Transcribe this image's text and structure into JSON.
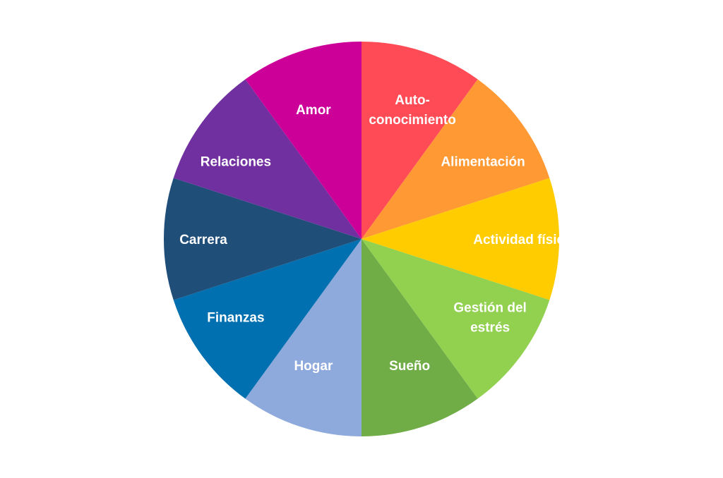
{
  "chart_data": {
    "type": "pie",
    "title": "",
    "segments": [
      {
        "lines": [
          "Auto-",
          "conocimiento"
        ],
        "value": 1,
        "color": "#FF4B55"
      },
      {
        "lines": [
          "Alimentación"
        ],
        "value": 1,
        "color": "#FF9933"
      },
      {
        "lines": [
          "Actividad física"
        ],
        "value": 1,
        "color": "#FFCC00"
      },
      {
        "lines": [
          "Gestión del",
          "estrés"
        ],
        "value": 1,
        "color": "#92D050"
      },
      {
        "lines": [
          "Sueño"
        ],
        "value": 1,
        "color": "#70AD47"
      },
      {
        "lines": [
          "Hogar"
        ],
        "value": 1,
        "color": "#8EA9DB"
      },
      {
        "lines": [
          "Finanzas"
        ],
        "value": 1,
        "color": "#0070B0"
      },
      {
        "lines": [
          "Carrera"
        ],
        "value": 1,
        "color": "#1F4E79"
      },
      {
        "lines": [
          "Relaciones"
        ],
        "value": 1,
        "color": "#7030A0"
      },
      {
        "lines": [
          "Amor"
        ],
        "value": 1,
        "color": "#CC0099"
      }
    ]
  }
}
